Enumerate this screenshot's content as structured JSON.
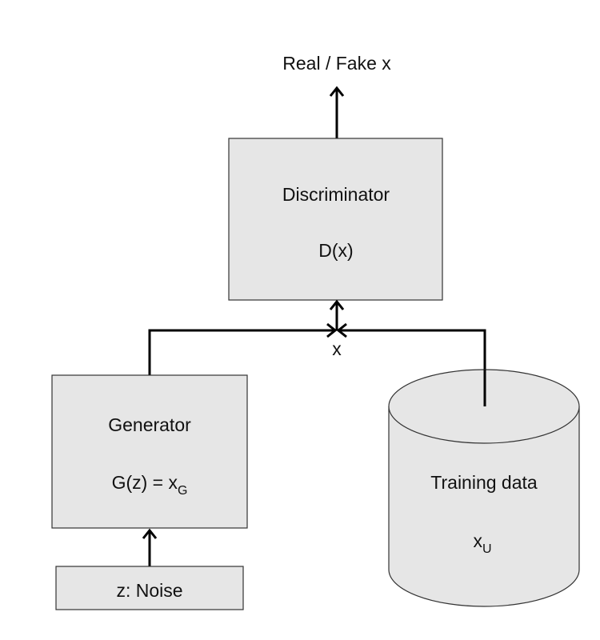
{
  "output_label": "Real / Fake x",
  "discriminator": {
    "title": "Discriminator",
    "formula": "D(x)"
  },
  "junction_label": "x",
  "generator": {
    "title": "Generator",
    "formula_main": "G(z) = x",
    "formula_sub": "G"
  },
  "training_data": {
    "title": "Training data",
    "var_main": "x",
    "var_sub": "U"
  },
  "noise": {
    "label": "z: Noise"
  },
  "colors": {
    "box_fill": "#e6e6e6",
    "box_stroke": "#333333",
    "arrow": "#000000"
  }
}
